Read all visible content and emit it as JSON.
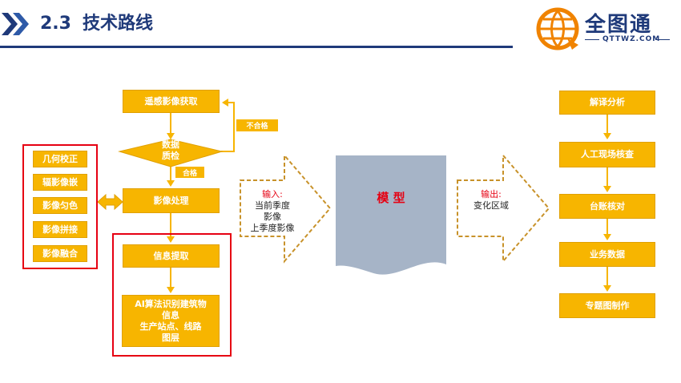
{
  "header": {
    "section_number": "2.3",
    "section_title": "技术路线",
    "logo_name": "全图通",
    "logo_url_text": "QTTWZ.COM"
  },
  "left_group": {
    "items": [
      "几何校正",
      "辐影像嵌",
      "影像匀色",
      "影像拼接",
      "影像融合"
    ]
  },
  "center": {
    "step1": "遥感影像获取",
    "decision_line1": "数据",
    "decision_line2": "质检",
    "reject_label": "不合格",
    "pass_label": "合格",
    "step2": "影像处理",
    "step3": "信息提取",
    "step4_line1": "AI算法识别建筑物",
    "step4_line2": "信息",
    "step4_line3": "生产站点、线路",
    "step4_line4": "图层"
  },
  "input_arrow": {
    "label": "输入:",
    "line1": "当前季度",
    "line2": "影像",
    "line3": "上季度影像"
  },
  "model": {
    "label": "模 型"
  },
  "output_arrow": {
    "label": "输出:",
    "line1": "变化区域"
  },
  "right_chain": {
    "items": [
      "解译分析",
      "人工现场核查",
      "台账核对",
      "业务数据",
      "专题图制作"
    ]
  },
  "colors": {
    "box": "#f7b500",
    "title": "#1f3a7a",
    "frame": "#e60012",
    "model": "#a6b4c7",
    "arrow_border": "#c8922a"
  }
}
